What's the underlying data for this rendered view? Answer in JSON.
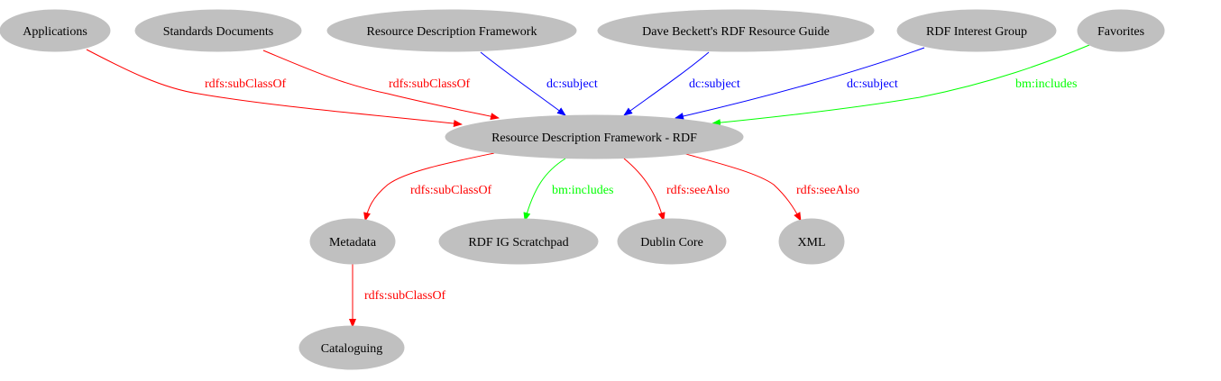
{
  "graph": {
    "colors": {
      "node_fill": "#c0c0c0",
      "subclass": "#ff0000",
      "subject": "#0000ff",
      "includes": "#00ff00"
    },
    "nodes": [
      {
        "id": "applications",
        "label": "Applications"
      },
      {
        "id": "standards",
        "label": "Standards Documents"
      },
      {
        "id": "rdf-framework",
        "label": "Resource Description Framework"
      },
      {
        "id": "beckett",
        "label": "Dave Beckett's RDF Resource Guide"
      },
      {
        "id": "rdf-ig",
        "label": "RDF Interest Group"
      },
      {
        "id": "favorites",
        "label": "Favorites"
      },
      {
        "id": "rdf-main",
        "label": "Resource Description Framework - RDF"
      },
      {
        "id": "metadata",
        "label": "Metadata"
      },
      {
        "id": "scratchpad",
        "label": "RDF IG Scratchpad"
      },
      {
        "id": "dublin",
        "label": "Dublin Core"
      },
      {
        "id": "xml",
        "label": "XML"
      },
      {
        "id": "cataloguing",
        "label": "Cataloguing"
      }
    ],
    "edges": [
      {
        "from": "applications",
        "to": "rdf-main",
        "label": "rdfs:subClassOf",
        "kind": "subclass"
      },
      {
        "from": "standards",
        "to": "rdf-main",
        "label": "rdfs:subClassOf",
        "kind": "subclass"
      },
      {
        "from": "rdf-framework",
        "to": "rdf-main",
        "label": "dc:subject",
        "kind": "subject"
      },
      {
        "from": "beckett",
        "to": "rdf-main",
        "label": "dc:subject",
        "kind": "subject"
      },
      {
        "from": "rdf-ig",
        "to": "rdf-main",
        "label": "dc:subject",
        "kind": "subject"
      },
      {
        "from": "favorites",
        "to": "rdf-main",
        "label": "bm:includes",
        "kind": "includes"
      },
      {
        "from": "rdf-main",
        "to": "metadata",
        "label": "rdfs:subClassOf",
        "kind": "subclass"
      },
      {
        "from": "rdf-main",
        "to": "scratchpad",
        "label": "bm:includes",
        "kind": "includes"
      },
      {
        "from": "rdf-main",
        "to": "dublin",
        "label": "rdfs:seeAlso",
        "kind": "subclass"
      },
      {
        "from": "rdf-main",
        "to": "xml",
        "label": "rdfs:seeAlso",
        "kind": "subclass"
      },
      {
        "from": "metadata",
        "to": "cataloguing",
        "label": "rdfs:subClassOf",
        "kind": "subclass"
      }
    ]
  }
}
